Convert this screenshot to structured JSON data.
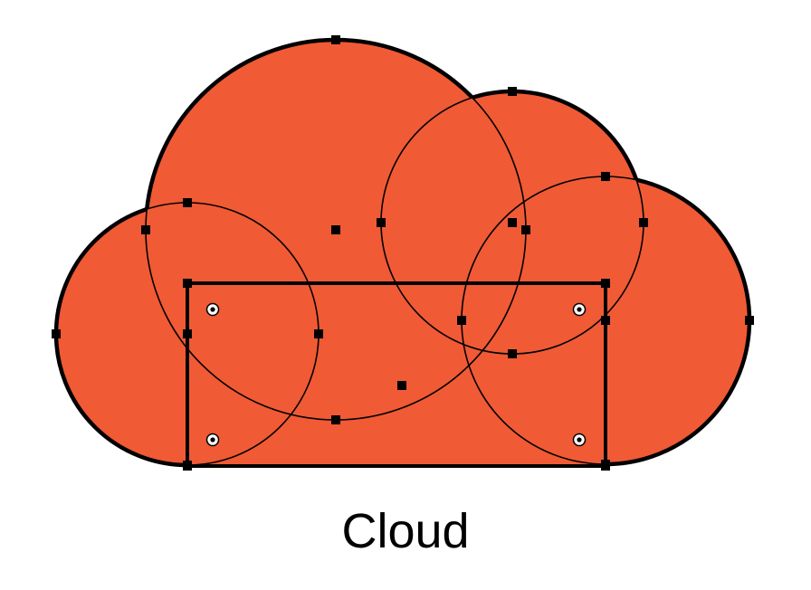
{
  "caption": "Cloud",
  "colors": {
    "fill": "#F05A35",
    "stroke": "#000000",
    "handle": "#000000",
    "corner_handle_fill": "#ffffff"
  },
  "shapes": [
    {
      "kind": "circle",
      "label": "left-circle"
    },
    {
      "kind": "circle",
      "label": "big-top-circle"
    },
    {
      "kind": "circle",
      "label": "upper-right-circle"
    },
    {
      "kind": "circle",
      "label": "right-circle"
    },
    {
      "kind": "rect",
      "label": "base-rectangle"
    }
  ]
}
